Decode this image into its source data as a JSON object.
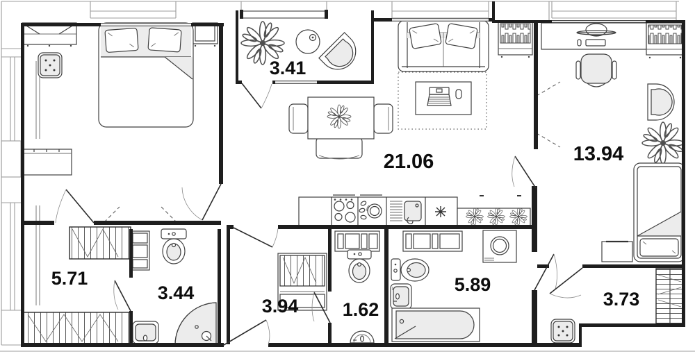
{
  "plan": {
    "title": "apartment-floor-plan",
    "rooms": [
      {
        "id": "balcony-top",
        "area": "3.41"
      },
      {
        "id": "living-kitchen",
        "area": "21.06"
      },
      {
        "id": "bedroom-office",
        "area": "13.94"
      },
      {
        "id": "hallway",
        "area": "5.71"
      },
      {
        "id": "bathroom-small",
        "area": "3.44"
      },
      {
        "id": "corridor",
        "area": "3.94"
      },
      {
        "id": "wc",
        "area": "1.62"
      },
      {
        "id": "bathroom-large",
        "area": "5.89"
      },
      {
        "id": "loggia",
        "area": "3.73"
      }
    ],
    "furniture_icons": [
      "double-bed-icon",
      "pouf-icon",
      "wardrobe-icon",
      "plant-icon",
      "round-table-icon",
      "armchair-icon",
      "dining-table-icon",
      "chair-icon",
      "sofa-icon",
      "coffee-table-icon",
      "laptop-icon",
      "bookshelf-icon",
      "stove-icon",
      "kitchen-sink-icon",
      "desk-icon",
      "monitor-icon",
      "office-chair-icon",
      "single-bed-icon",
      "nightstand-icon",
      "toilet-icon",
      "washbasin-icon",
      "shower-icon",
      "bathtub-icon",
      "washing-machine-icon",
      "stool-icon",
      "door-swing-icon",
      "window-icon"
    ],
    "colors": {
      "wall": "#1e1e1e",
      "furniture_fill": "#ececec",
      "line": "#3f3f3f",
      "facade": "#9c9c9c"
    }
  }
}
